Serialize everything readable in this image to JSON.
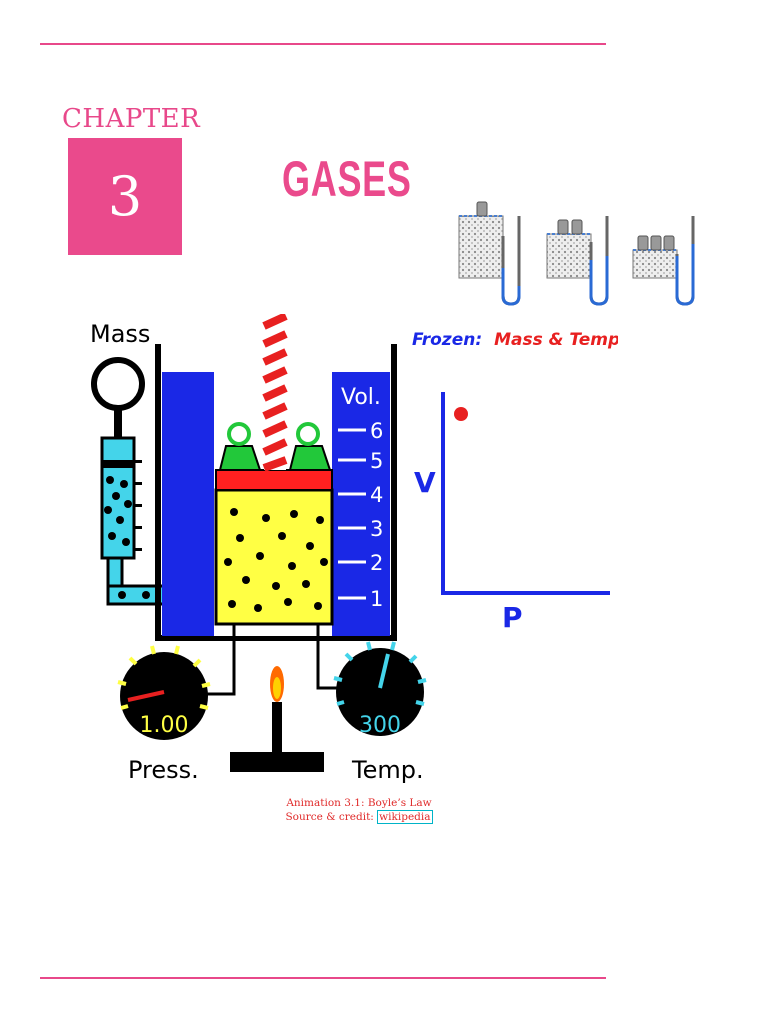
{
  "chapter": {
    "label": "CHAPTER",
    "number": "3",
    "title": "GASES"
  },
  "animation": {
    "mass_label": "Mass",
    "frozen_label": "Frozen:",
    "frozen_vars": "Mass & Temp.",
    "volume_label": "Vol.",
    "scale_marks": [
      "6",
      "5",
      "4",
      "3",
      "2",
      "1"
    ],
    "axis_v": "V",
    "axis_p": "P",
    "pressure_value": "1.00",
    "pressure_label": "Press.",
    "temp_value": "300",
    "temp_label": "Temp."
  },
  "caption": {
    "line1": "Animation 3.1: Boyle’s Law",
    "line2_prefix": "Source & credit: ",
    "link": "wikipedia"
  },
  "colors": {
    "accent": "#ea4a8c",
    "water": "#1a28e6",
    "gas": "#ffff44",
    "piston": "#ff2020",
    "cyan": "#44d4ea"
  }
}
